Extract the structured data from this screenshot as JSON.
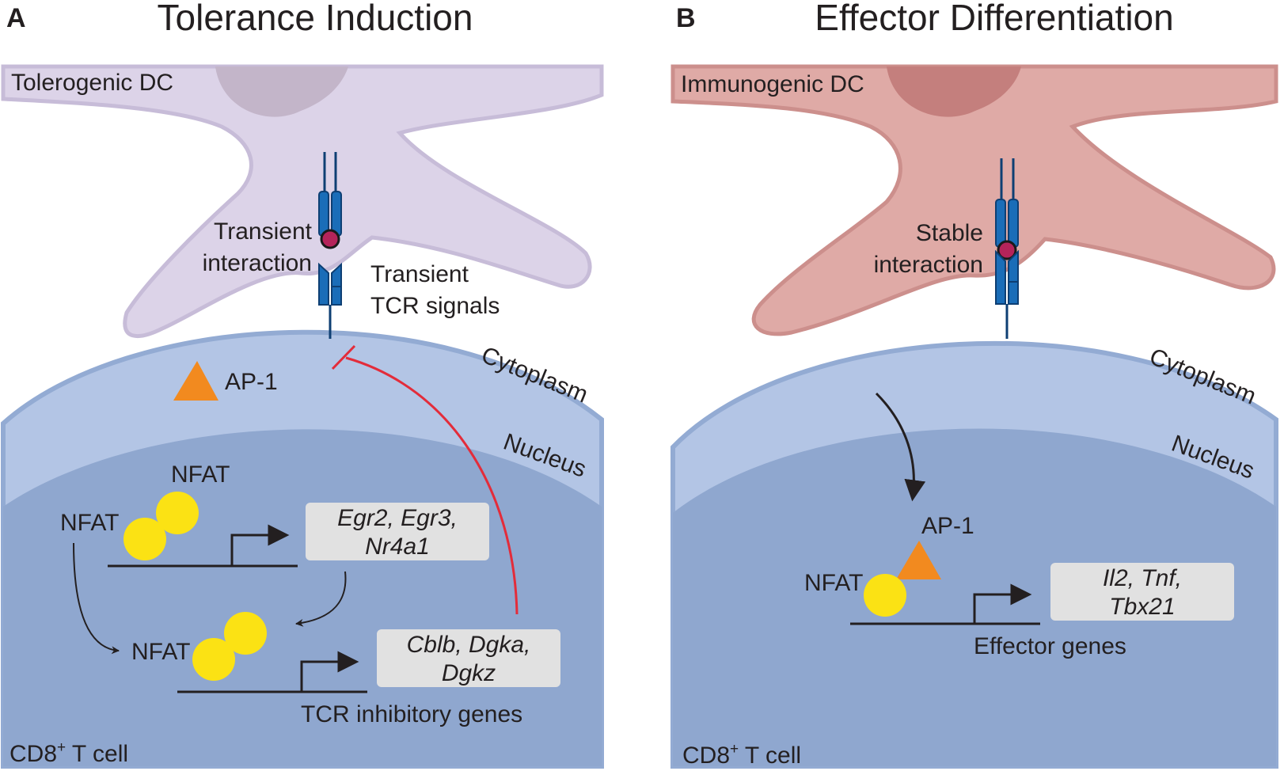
{
  "panel_a": {
    "letter": "A",
    "title": "Tolerance Induction",
    "dc_label": "Tolerogenic DC",
    "interaction_line1": "Transient",
    "interaction_line2": "interaction",
    "tcr_line1": "Transient",
    "tcr_line2": "TCR signals",
    "cytoplasm": "Cytoplasm",
    "nucleus": "Nucleus",
    "ap1": "AP-1",
    "nfat_top": "NFAT",
    "nfat_left": "NFAT",
    "nfat_bottom": "NFAT",
    "genes1_line1": "Egr2, Egr3,",
    "genes1_line2": "Nr4a1",
    "genes2_line1": "Cblb, Dgka,",
    "genes2_line2": "Dgkz",
    "inhibitory_caption": "TCR inhibitory genes",
    "cell_label_main": "CD8",
    "cell_label_sup": "+",
    "cell_label_rest": " T cell"
  },
  "panel_b": {
    "letter": "B",
    "title": "Effector Differentiation",
    "dc_label": "Immunogenic DC",
    "interaction_line1": "Stable",
    "interaction_line2": "interaction",
    "cytoplasm": "Cytoplasm",
    "nucleus": "Nucleus",
    "ap1": "AP-1",
    "nfat": "NFAT",
    "genes_line1": "Il2, Tnf,",
    "genes_line2": "Tbx21",
    "effector_caption": "Effector genes",
    "cell_label_main": "CD8",
    "cell_label_sup": "+",
    "cell_label_rest": " T cell"
  },
  "colors": {
    "tolerogenic_dc": "#dcd3e8",
    "tolerogenic_dc_outline": "#c7bcd8",
    "tolerogenic_dc_nucleus": "#c3b5c9",
    "immunogenic_dc": "#dfaaa6",
    "immunogenic_dc_outline": "#cc8f8c",
    "immunogenic_dc_nucleus": "#c47f7d",
    "cytoplasm": "#b3c5e5",
    "cell_outline": "#93abd3",
    "nucleus": "#8fa7cf",
    "receptor": "#1a6db8",
    "receptor_outline": "#0e3f73",
    "antigen": "#b5245a",
    "nfat": "#fbe214",
    "ap1": "#f28a1f",
    "inhibition": "#e32c3a",
    "gene_box": "#e1e1e1"
  }
}
